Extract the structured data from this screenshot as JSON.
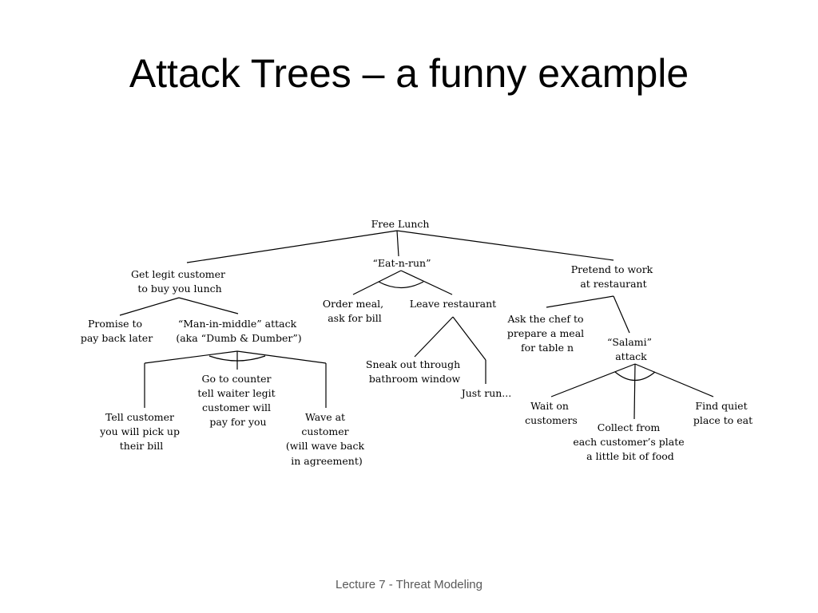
{
  "slide": {
    "title": "Attack Trees – a funny example",
    "footer": "Lecture 7 - Threat Modeling"
  },
  "tree": {
    "root": [
      "Free Lunch"
    ],
    "get_legit": [
      "Get legit customer",
      "to buy you lunch"
    ],
    "eat_n_run": [
      "“Eat-n-run”"
    ],
    "pretend_work": [
      "Pretend to work",
      "at restaurant"
    ],
    "promise": [
      "Promise to",
      "pay back later"
    ],
    "man_in_middle": [
      "“Man-in-middle” attack",
      "(aka “Dumb & Dumber”)"
    ],
    "order_meal": [
      "Order meal,",
      "ask for bill"
    ],
    "leave_restaurant": [
      "Leave restaurant"
    ],
    "ask_chef": [
      "Ask the chef to",
      "prepare a meal",
      "for table n"
    ],
    "salami": [
      "“Salami”",
      "attack"
    ],
    "sneak_out": [
      "Sneak out through",
      "bathroom window"
    ],
    "just_run": [
      "Just run..."
    ],
    "tell_customer": [
      "Tell customer",
      "you will pick up",
      "their bill"
    ],
    "go_to_counter": [
      "Go to counter",
      "tell waiter legit",
      "customer will",
      "pay for you"
    ],
    "wave_at": [
      "Wave at",
      "customer",
      "(will wave back",
      "in agreement)"
    ],
    "wait_on": [
      "Wait on",
      "customers"
    ],
    "collect_from": [
      "Collect from",
      "each customer’s plate",
      "a little bit of food"
    ],
    "find_quiet": [
      "Find quiet",
      "place to eat"
    ]
  }
}
